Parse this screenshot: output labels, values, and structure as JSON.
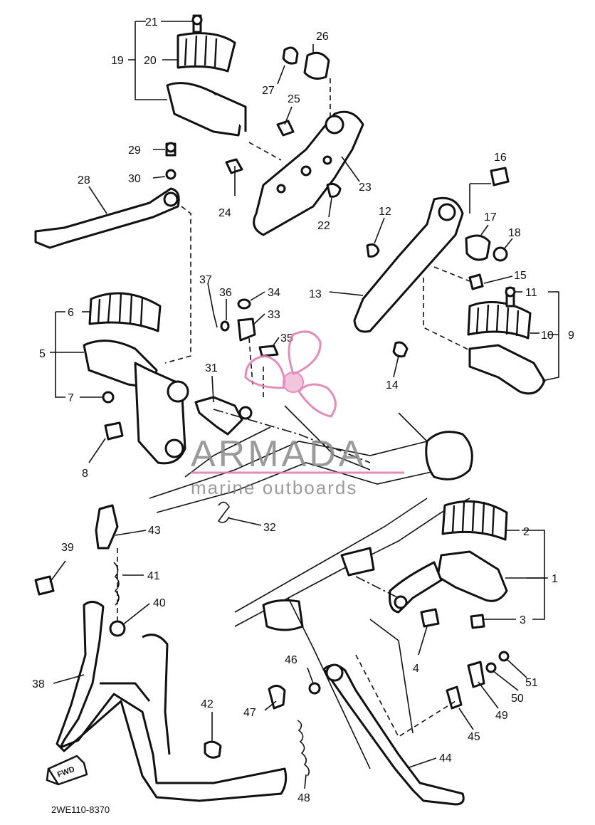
{
  "diagram": {
    "part_numbers": [
      "1",
      "2",
      "3",
      "4",
      "5",
      "6",
      "7",
      "8",
      "9",
      "10",
      "11",
      "12",
      "13",
      "14",
      "15",
      "16",
      "17",
      "18",
      "19",
      "20",
      "21",
      "22",
      "23",
      "24",
      "25",
      "26",
      "27",
      "28",
      "29",
      "30",
      "31",
      "32",
      "33",
      "34",
      "35",
      "36",
      "37",
      "38",
      "39",
      "40",
      "41",
      "42",
      "43",
      "44",
      "45",
      "46",
      "47",
      "48",
      "49",
      "50",
      "51"
    ],
    "drawing_code": "2WE110-8370",
    "direction_marker": "FWD",
    "watermark": {
      "title": "ARMADA",
      "subtitle": "marine outboards",
      "accent_color": "#e07ab0"
    },
    "line_color": "#111111"
  }
}
